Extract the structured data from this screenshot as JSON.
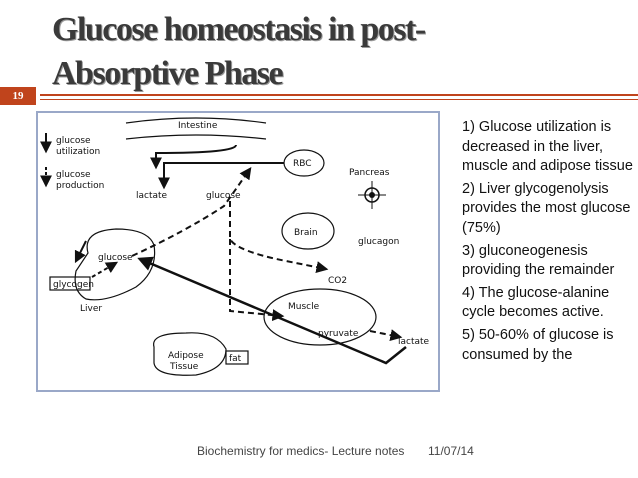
{
  "slide": {
    "title_line1": "Glucose homeostasis in post-",
    "title_line2": "Absorptive Phase",
    "number": "19",
    "accent_color": "#c0441c"
  },
  "diagram": {
    "legend": {
      "utilization_1": "glucose",
      "utilization_2": "utilization",
      "production_1": "glucose",
      "production_2": "production"
    },
    "labels": {
      "intestine": "Intestine",
      "rbc": "RBC",
      "pancreas": "Pancreas",
      "lactate_top": "lactate",
      "glucose_center": "glucose",
      "brain": "Brain",
      "glucagon": "glucagon",
      "glucose_liver": "glucose",
      "co2": "CO2",
      "glycogen": "glycogen",
      "liver": "Liver",
      "muscle": "Muscle",
      "pyruvate": "pyruvate",
      "lactate_right": "lactate",
      "adipose_1": "Adipose",
      "adipose_2": "Tissue",
      "fat": "fat"
    }
  },
  "bullets": [
    "1) Glucose utilization is decreased in the liver, muscle and adipose tissue",
    "2) Liver glycogenolysis provides the most glucose (75%)",
    "3) gluconeogenesis providing the remainder",
    "4) The glucose-alanine cycle becomes active.",
    "5) 50-60% of glucose is consumed by the"
  ],
  "footer": {
    "text": "Biochemistry for medics- Lecture notes",
    "date": "11/07/14"
  }
}
